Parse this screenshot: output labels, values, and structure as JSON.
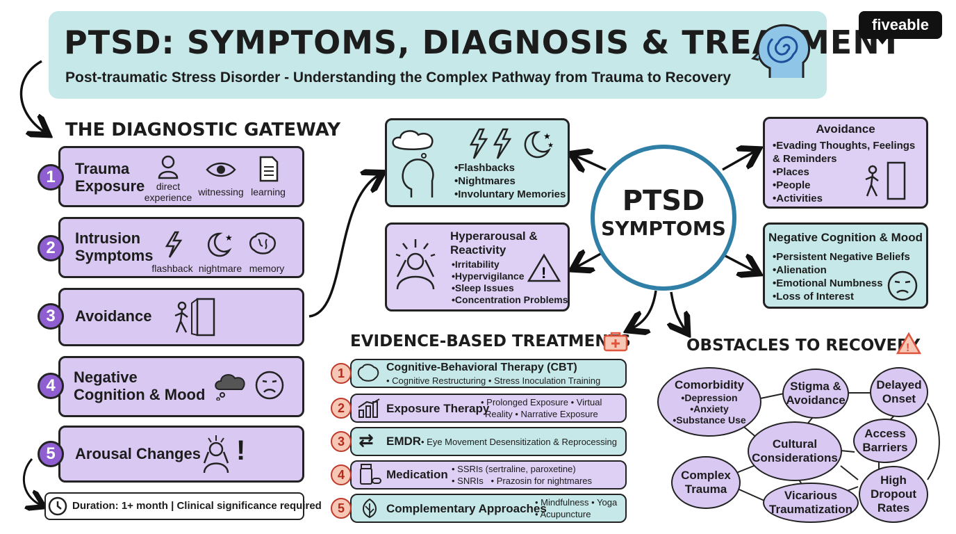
{
  "header": {
    "title": "PTSD: SYMPTOMS, DIAGNOSIS & TREATMENT",
    "subtitle": "Post-traumatic Stress Disorder - Understanding the Complex Pathway from Trauma to Recovery",
    "brand": "fiveable",
    "brand_color": "#111111",
    "banner_color": "#c6e8e8"
  },
  "gateway": {
    "heading": "THE DIAGNOSTIC GATEWAY",
    "steps": [
      {
        "num": "1",
        "title": "Trauma Exposure",
        "icons": [
          "direct experience",
          "witnessing",
          "learning"
        ]
      },
      {
        "num": "2",
        "title": "Intrusion Symptoms",
        "icons": [
          "flashback",
          "nightmare",
          "memory"
        ]
      },
      {
        "num": "3",
        "title": "Avoidance"
      },
      {
        "num": "4",
        "title": "Negative Cognition & Mood"
      },
      {
        "num": "5",
        "title": "Arousal Changes"
      }
    ],
    "duration": "Duration: 1+ month | Clinical significance required"
  },
  "symptoms": {
    "center": {
      "line1": "PTSD",
      "line2": "SYMPTOMS"
    },
    "intrusion": {
      "items": [
        "Flashbacks",
        "Nightmares",
        "Involuntary Memories"
      ]
    },
    "hyperarousal": {
      "title": "Hyperarousal & Reactivity",
      "items": [
        "Irritability",
        "Hypervigilance",
        "Sleep Issues",
        "Concentration Problems"
      ]
    },
    "avoidance": {
      "title": "Avoidance",
      "items": [
        "Evading Thoughts, Feelings & Reminders",
        "Places",
        "People",
        "Activities"
      ]
    },
    "negative": {
      "title": "Negative Cognition & Mood",
      "items": [
        "Persistent Negative Beliefs",
        "Alienation",
        "Emotional Numbness",
        "Loss of Interest"
      ]
    }
  },
  "treatments": {
    "heading": "EVIDENCE-BASED TREATMENTS",
    "items": [
      {
        "num": "1",
        "name": "Cognitive-Behavioral Therapy (CBT)",
        "detail": "• Cognitive Restructuring • Stress Inoculation Training"
      },
      {
        "num": "2",
        "name": "Exposure Therapy",
        "detail1": "• Prolonged Exposure • Virtual",
        "detail2": "Reality • Narrative Exposure"
      },
      {
        "num": "3",
        "name": "EMDR",
        "detail": "• Eye Movement Desensitization & Reprocessing"
      },
      {
        "num": "4",
        "name": "Medication",
        "detail1": "• SSRIs (sertraline, paroxetine)",
        "detail2": "• SNRIs   • Prazosin for nightmares"
      },
      {
        "num": "5",
        "name": "Complementary Approaches",
        "detail1": "• Mindfulness • Yoga",
        "detail2": "• Acupuncture"
      }
    ]
  },
  "obstacles": {
    "heading": "OBSTACLES TO RECOVERY",
    "comorbidity": {
      "title": "Comorbidity",
      "items": [
        "Depression",
        "Anxiety",
        "Substance Use"
      ]
    },
    "nodes": {
      "stigma": "Stigma & Avoidance",
      "delayed": "Delayed Onset",
      "cultural": "Cultural Considerations",
      "access": "Access Barriers",
      "complex": "Complex Trauma",
      "vicarious": "Vicarious Traumatization",
      "dropout": "High Dropout Rates"
    }
  },
  "colors": {
    "purple": "#d9c9f2",
    "teal": "#c6e8e8",
    "accent_purple": "#8f5fd1",
    "accent_red": "#e0533d",
    "ring_blue": "#2f7fa6"
  }
}
